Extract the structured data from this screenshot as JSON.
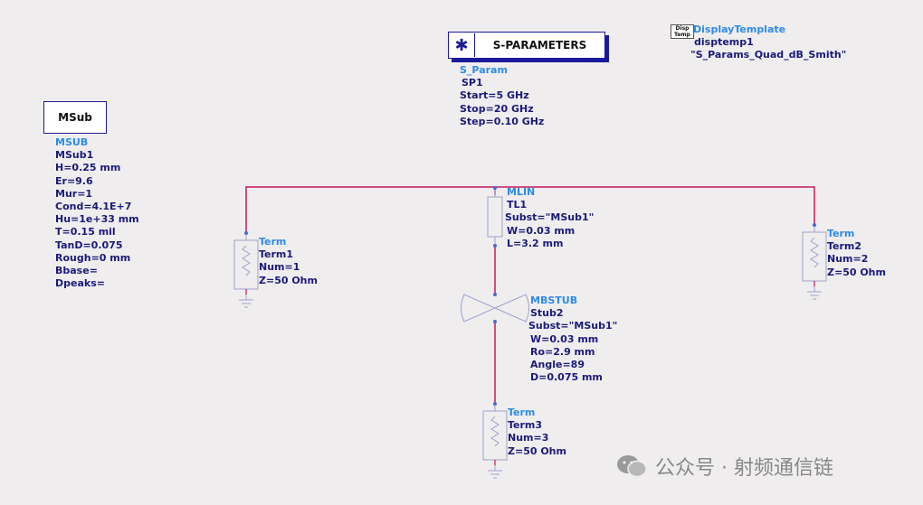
{
  "msub": {
    "box_label": "MSub",
    "type": "MSUB",
    "name": "MSub1",
    "params": [
      "H=0.25 mm",
      "Er=9.6",
      "Mur=1",
      "Cond=4.1E+7",
      "Hu=1e+33 mm",
      "T=0.15 mil",
      "TanD=0.075",
      "Rough=0 mm",
      "Bbase=",
      "Dpeaks="
    ]
  },
  "sparam": {
    "box_label": "S-PARAMETERS",
    "type": "S_Param",
    "name": "SP1",
    "params": [
      "Start=5 GHz",
      "Stop=20 GHz",
      "Step=0.10 GHz"
    ]
  },
  "display_template": {
    "icon_top": "Disp",
    "icon_bottom": "Temp",
    "type": "DisplayTemplate",
    "name": "disptemp1",
    "params": [
      "\"S_Params_Quad_dB_Smith\""
    ]
  },
  "mlin": {
    "type": "MLIN",
    "name": "TL1",
    "params": [
      "Subst=\"MSub1\"",
      "W=0.03 mm",
      "L=3.2 mm"
    ]
  },
  "mbstub": {
    "type": "MBSTUB",
    "name": "Stub2",
    "params": [
      "Subst=\"MSub1\"",
      "W=0.03 mm",
      "Ro=2.9 mm",
      "Angle=89",
      "D=0.075 mm"
    ]
  },
  "term1": {
    "type": "Term",
    "name": "Term1",
    "params": [
      "Num=1",
      "Z=50 Ohm"
    ]
  },
  "term2": {
    "type": "Term",
    "name": "Term2",
    "params": [
      "Num=2",
      "Z=50 Ohm"
    ]
  },
  "term3": {
    "type": "Term",
    "name": "Term3",
    "params": [
      "Num=3",
      "Z=50 Ohm"
    ]
  },
  "watermark": {
    "text": "公众号 · 射频通信链"
  },
  "colors": {
    "wire": "#c2185b",
    "component": "#9ca3c9",
    "label_type": "#2e8be6",
    "label_text": "#1a1a7a",
    "box_border": "#1a1a9a"
  }
}
